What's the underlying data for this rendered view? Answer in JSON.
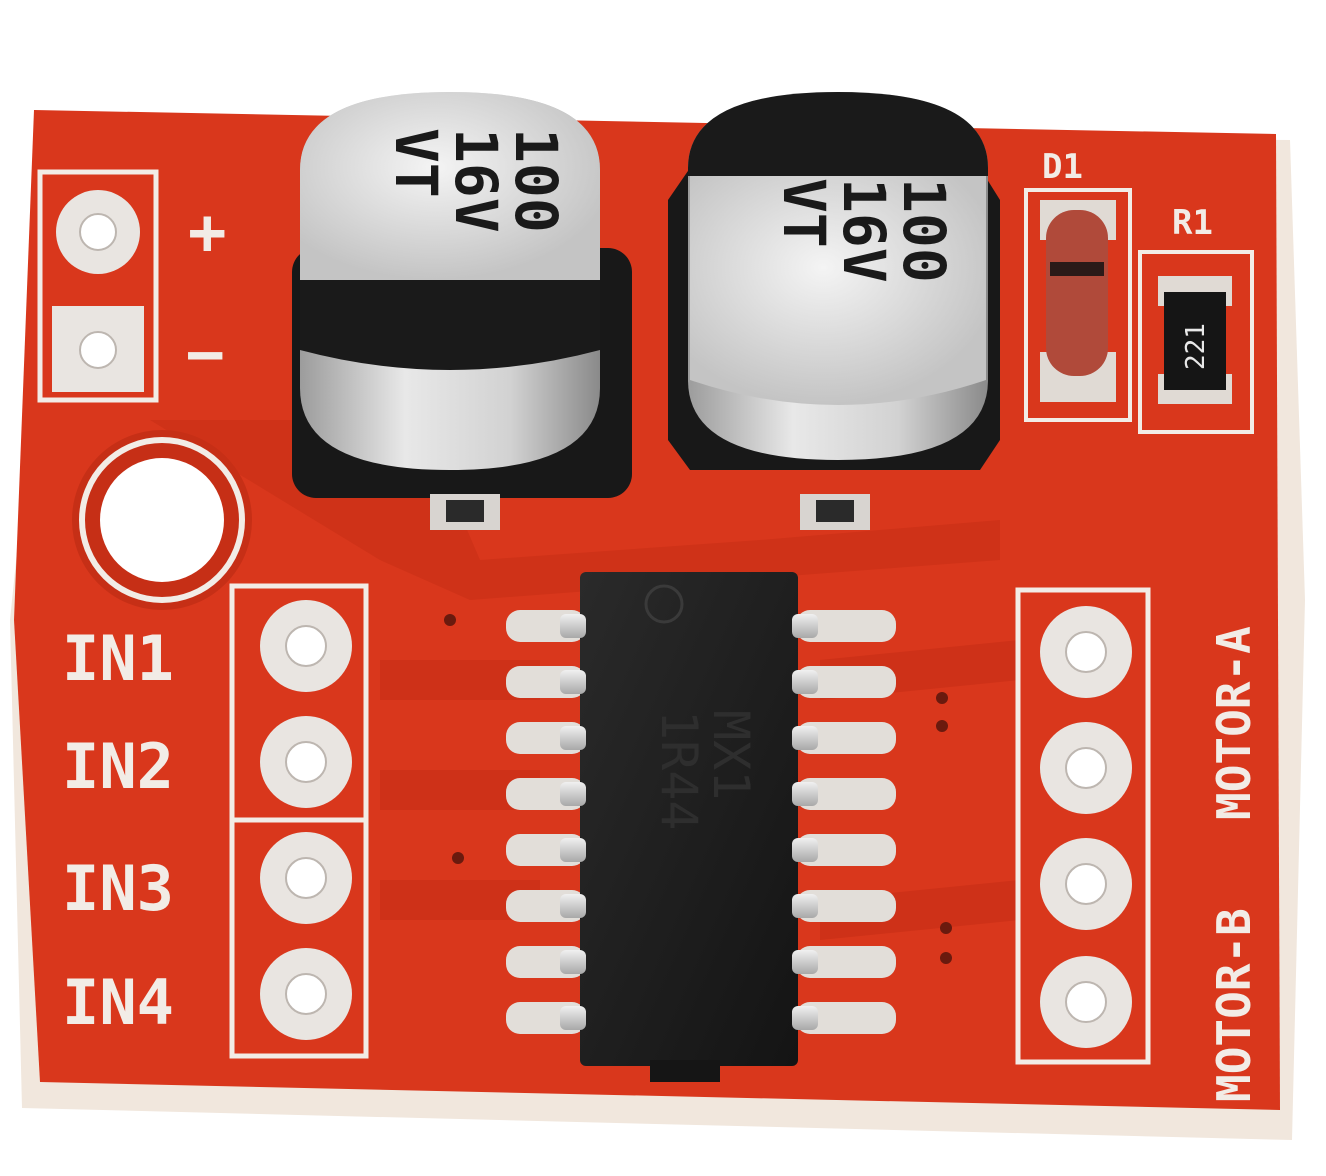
{
  "board": {
    "labels": {
      "plus": "+",
      "minus": "−",
      "in1": "IN1",
      "in2": "IN2",
      "in3": "IN3",
      "in4": "IN4",
      "motor_a": "MOTOR-A",
      "motor_b": "MOTOR-B",
      "d1": "D1",
      "r1": "R1"
    },
    "capacitor_left": {
      "line1": "100",
      "line2": "16V",
      "line3": "VT"
    },
    "capacitor_right": {
      "line1": "100",
      "line2": "16V",
      "line3": "VT"
    },
    "resistor_code": "221",
    "chip_marking": {
      "line1": "MX1",
      "line2": "1R44"
    },
    "colors": {
      "pcb": "#d9371c",
      "pcb_edge": "#c32c14",
      "silkscreen": "#f2ece6",
      "pad": "#e9e5e1",
      "chip": "#1e1e1e",
      "cap_body": "#d6d6d6",
      "cap_base": "#181818"
    }
  }
}
